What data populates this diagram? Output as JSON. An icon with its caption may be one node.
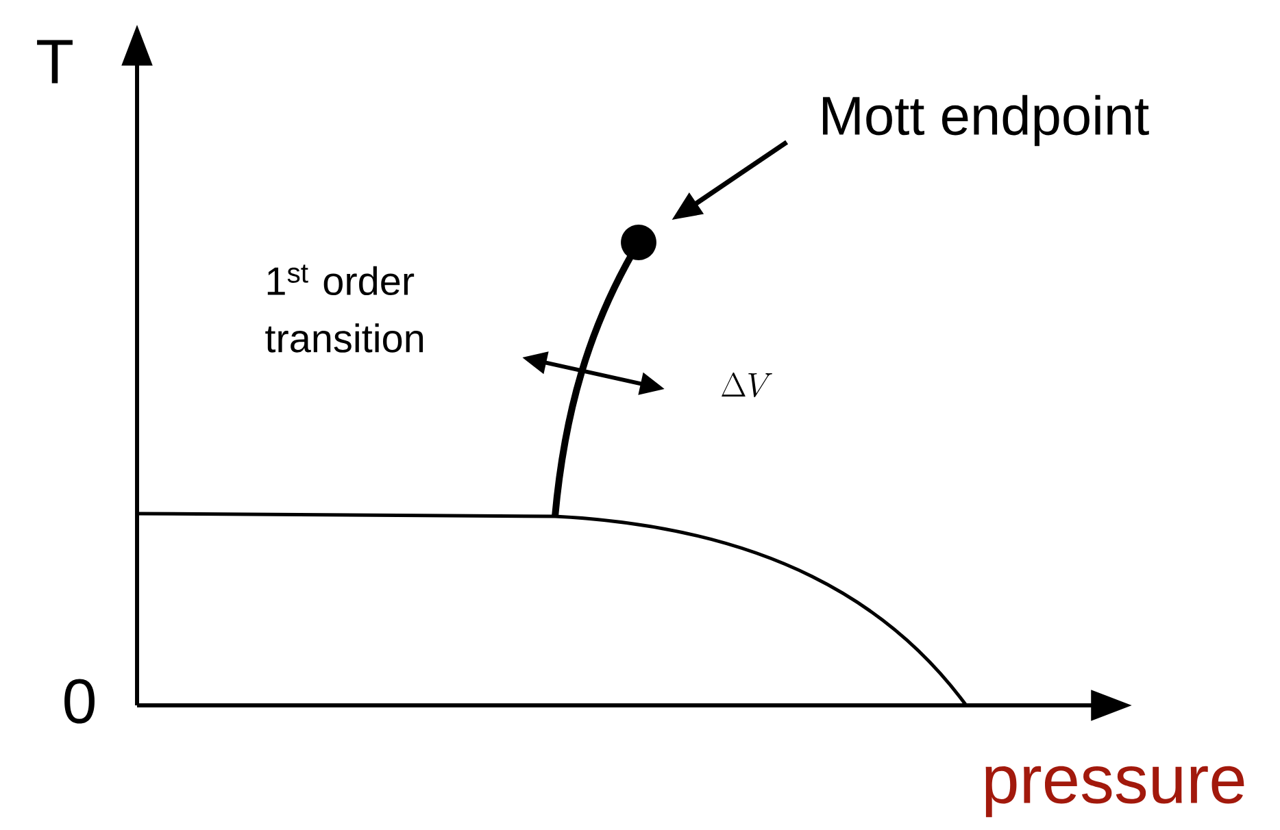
{
  "diagram": {
    "nodes": [
      {
        "text": [
          "Mott endpoint"
        ]
      },
      {
        "text": [],
        "shape": "circle"
      }
    ],
    "edges": [
      {
        "from": 0,
        "to": 1,
        "arrow": "to"
      }
    ],
    "labels": [
      "T",
      "1$^{st}$ order transition",
      "\\Delta V",
      "0",
      "pressure"
    ]
  }
}
